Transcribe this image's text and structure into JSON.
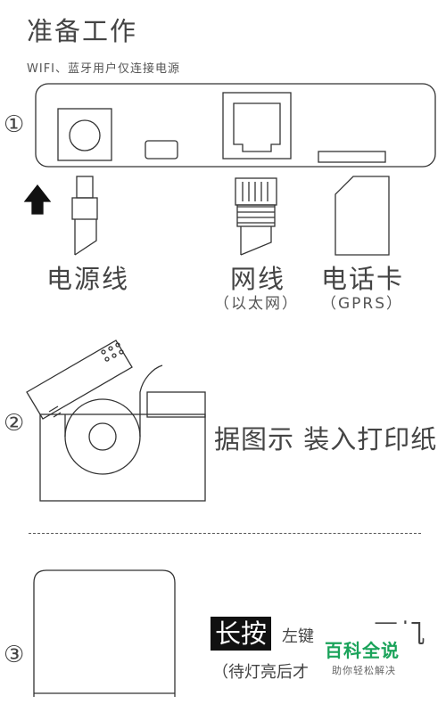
{
  "header": {
    "title": "准备工作",
    "subtitle": "WIFI、蓝牙用户仅连接电源"
  },
  "step1": {
    "number": "①",
    "labels": [
      {
        "main": "电源线",
        "note": ""
      },
      {
        "main": "网线",
        "note": "（以太网）"
      },
      {
        "main": "电话卡",
        "note": "（GPRS）"
      }
    ]
  },
  "step2": {
    "number": "②",
    "text": "据图示 装入打印纸"
  },
  "step3": {
    "number": "③",
    "highlight": "长按",
    "key_text": "左键",
    "action": "开机",
    "note": "（待灯亮后才"
  },
  "watermark": {
    "main": "百科全说",
    "sub": "助你轻松解决"
  },
  "icons": [
    "up-arrow-icon",
    "power-cable-icon",
    "network-cable-icon",
    "sim-card-icon",
    "printer-icon"
  ]
}
